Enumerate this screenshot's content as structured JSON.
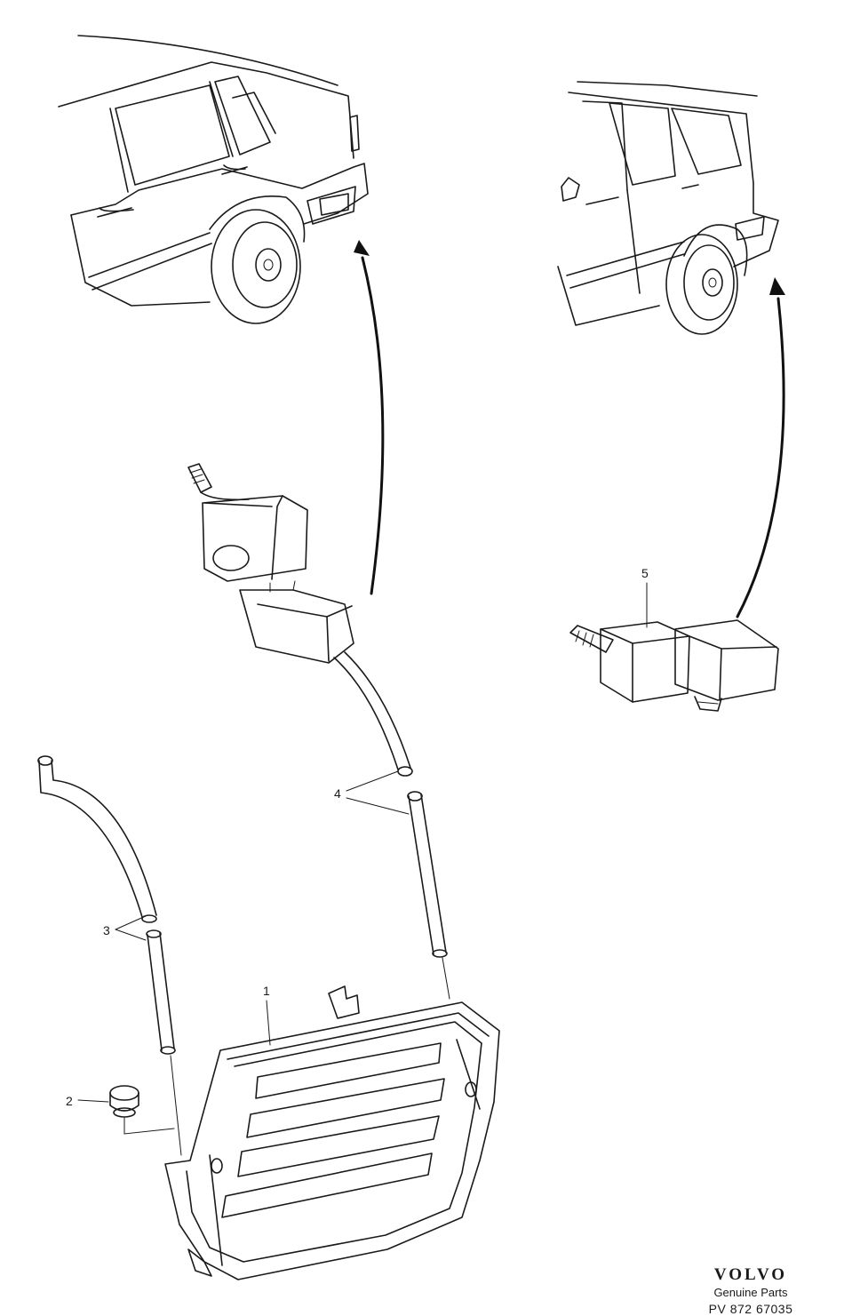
{
  "callouts": {
    "part_1": "1",
    "part_2": "2",
    "part_3": "3",
    "part_4": "4",
    "part_5": "5"
  },
  "brand": {
    "logo": "VOLVO",
    "tagline": "Genuine Parts",
    "diagram_code": "PV  872 67035"
  }
}
